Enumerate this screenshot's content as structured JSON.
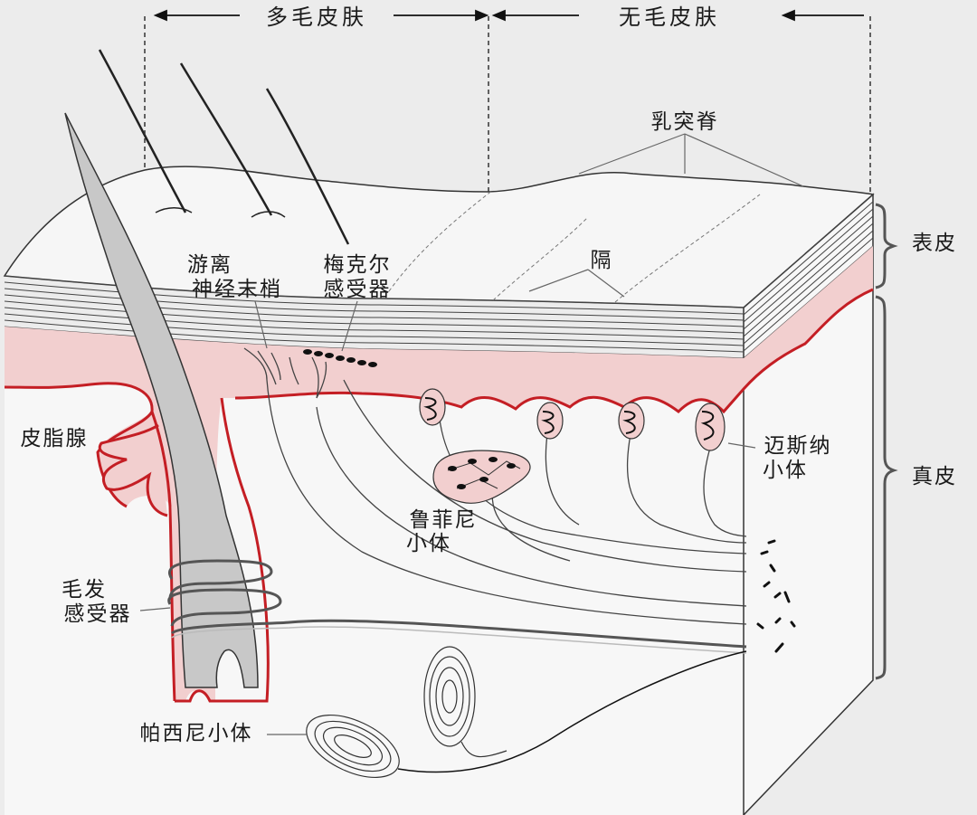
{
  "labels": {
    "hairy_skin": "多毛皮肤",
    "glabrous_skin": "无毛皮肤",
    "papillary_ridges": "乳突脊",
    "septa": "隔",
    "epidermis": "表皮",
    "dermis": "真皮",
    "free_nerve_endings_line1": "游离",
    "free_nerve_endings_line2": "神经末梢",
    "merkel_line1": "梅克尔",
    "merkel_line2": "感受器",
    "sebaceous_gland": "皮脂腺",
    "meissner_line1": "迈斯纳",
    "meissner_line2": "小体",
    "ruffini_line1": "鲁菲尼",
    "ruffini_line2": "小体",
    "hair_receptor_line1": "毛发",
    "hair_receptor_line2": "感受器",
    "pacinian": "帕西尼小体"
  },
  "colors": {
    "background": "#ececec",
    "dermis_pink": "#f2cfcf",
    "basement_red": "#c41e24",
    "hair_gray": "#c8c8c8",
    "line": "#333333"
  }
}
